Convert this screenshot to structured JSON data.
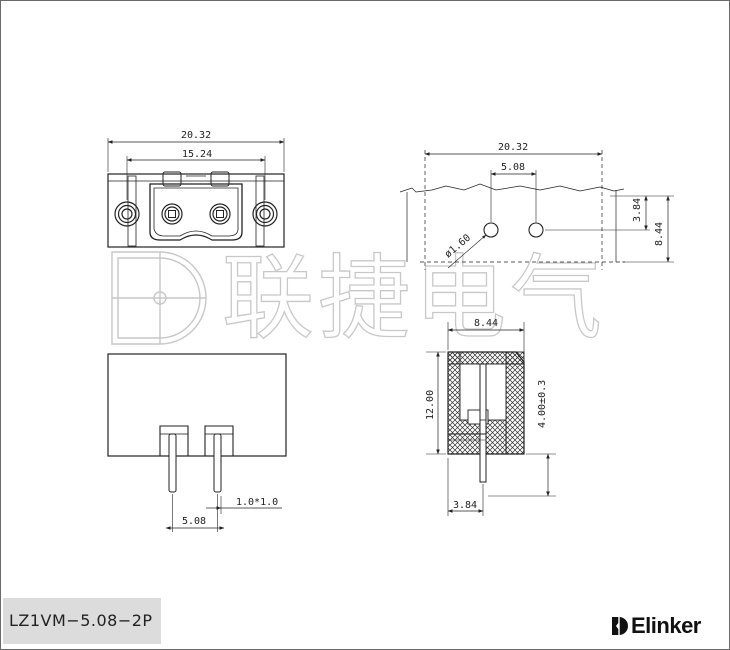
{
  "front_view": {
    "overall_width": "20.32",
    "screw_pitch": "15.24"
  },
  "pcb_layout": {
    "overall_width": "20.32",
    "pin_pitch": "5.08",
    "hole_diameter": "ø1.60",
    "row_offset": "3.84",
    "depth": "8.44"
  },
  "side_view": {
    "depth": "8.44",
    "height": "12.00",
    "pin_length": "4.00±0.3",
    "pin_offset": "3.84"
  },
  "bottom_view": {
    "pin_pitch": "5.08",
    "pin_size": "1.0*1.0"
  },
  "watermark": {
    "text": "联捷电气"
  },
  "title_block": {
    "model": "LZ1VM−5.08−2P"
  },
  "brand": {
    "name": "Elinker",
    "logo": "elinker-logo-icon"
  }
}
